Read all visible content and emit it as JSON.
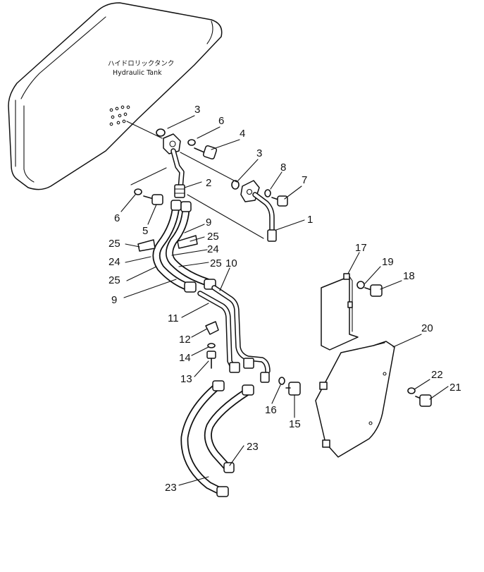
{
  "tank": {
    "label_jp": "ハイドロリックタンク",
    "label_en": "Hydraulic Tank"
  },
  "callouts": {
    "c1": "1",
    "c2": "2",
    "c3a": "3",
    "c3b": "3",
    "c4": "4",
    "c5": "5",
    "c6a": "6",
    "c6b": "6",
    "c7": "7",
    "c8": "8",
    "c9a": "9",
    "c9b": "9",
    "c10": "10",
    "c11": "11",
    "c12": "12",
    "c13": "13",
    "c14": "14",
    "c15": "15",
    "c16": "16",
    "c17": "17",
    "c18": "18",
    "c19": "19",
    "c20": "20",
    "c21": "21",
    "c22": "22",
    "c23a": "23",
    "c23b": "23",
    "c24a": "24",
    "c24b": "24",
    "c25a": "25",
    "c25b": "25",
    "c25c": "25",
    "c25d": "25"
  }
}
